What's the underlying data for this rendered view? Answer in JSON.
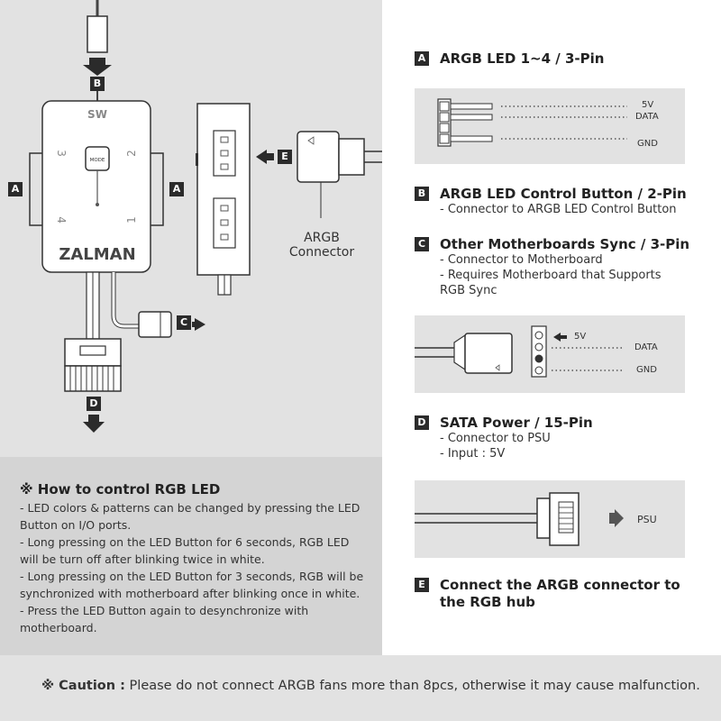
{
  "diagram": {
    "hub": {
      "brand": "ZALMAN",
      "sw_label": "SW",
      "mode_label": "MODE",
      "port_numbers": [
        "3",
        "2",
        "4",
        "1"
      ]
    },
    "callouts": {
      "a_left": "A",
      "a_right": "A",
      "b": "B",
      "c": "C",
      "d": "D",
      "e": "E"
    },
    "argb_connector_label": [
      "ARGB",
      "Connector"
    ]
  },
  "howto": {
    "title": "※ How to control RGB LED",
    "lines": [
      "- LED colors & patterns can be changed by pressing the LED",
      "  Button on I/O ports.",
      "- Long pressing on the LED Button for 6 seconds, RGB LED",
      "  will be turn off after blinking twice in white.",
      "- Long pressing on the LED Button for 3 seconds, RGB will be",
      "  synchronized with motherboard after blinking once in white.",
      "- Press the LED Button again to desynchronize with",
      "  motherboard."
    ]
  },
  "sections": {
    "a": {
      "badge": "A",
      "title": "ARGB LED 1~4 / 3-Pin",
      "pins": [
        "5V",
        "DATA",
        "GND"
      ]
    },
    "b": {
      "badge": "B",
      "title": "ARGB LED Control Button / 2-Pin",
      "lines": [
        "- Connector to ARGB LED Control Button"
      ]
    },
    "c": {
      "badge": "C",
      "title": "Other Motherboards Sync / 3-Pin",
      "lines": [
        "- Connector to Motherboard",
        "- Requires Motherboard that Supports",
        "  RGB Sync"
      ],
      "pins": [
        "5V",
        "DATA",
        "GND"
      ]
    },
    "d": {
      "badge": "D",
      "title": "SATA Power / 15-Pin",
      "lines": [
        "- Connector to PSU",
        "- Input : 5V"
      ],
      "psu_label": "PSU"
    },
    "e": {
      "badge": "E",
      "title_lines": [
        "Connect the ARGB connector to",
        "the RGB hub"
      ]
    }
  },
  "caution": {
    "label": "※ Caution :",
    "text": " Please do not connect ARGB fans more than 8pcs, otherwise it may cause malfunction."
  },
  "colors": {
    "panel_gray": "#e2e2e2",
    "howto_gray": "#d4d4d4",
    "badge_dark": "#2b2b2b"
  }
}
